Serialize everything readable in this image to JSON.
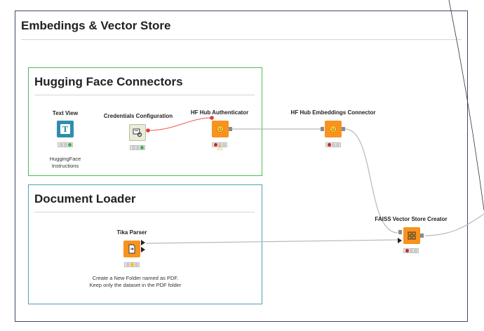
{
  "workflow": {
    "title": "Embedings & Vector Store"
  },
  "groups": {
    "hf": {
      "title": "Hugging Face Connectors"
    },
    "doc": {
      "title": "Document Loader"
    }
  },
  "nodes": {
    "text_view": {
      "label": "Text View",
      "glyph": "T",
      "annotation_line1": "HuggingFace",
      "annotation_line2": "Instructions"
    },
    "credentials": {
      "label": "Credentials Configuration"
    },
    "hf_auth": {
      "label": "HF Hub Authenticator",
      "warning": "⚠"
    },
    "hf_embed": {
      "label": "HF Hub Embeddings Connector"
    },
    "faiss": {
      "label": "FAISS Vector Store Creator"
    },
    "tika": {
      "label": "Tika Parser",
      "annotation_line1": "Create a New Folder named as PDF.",
      "annotation_line2": "Keep only the dataset in the PDF folder"
    }
  },
  "colors": {
    "node_orange": "#f7931e",
    "node_teal": "#2c8fab",
    "group_green": "#4cbb55",
    "group_teal": "#4aa3b5",
    "status_green": "#3fae49",
    "status_red": "#c62828",
    "status_yellow": "#f2c418"
  }
}
